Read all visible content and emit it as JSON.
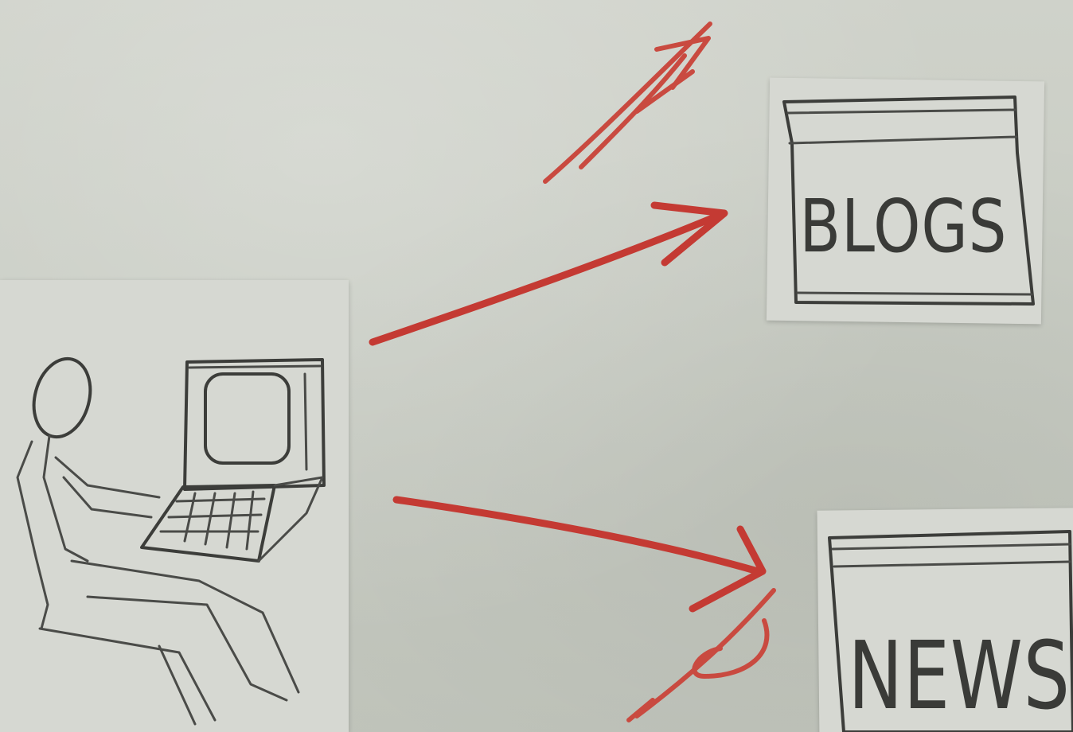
{
  "diagram": {
    "nodes": [
      {
        "id": "user-at-computer",
        "label": ""
      },
      {
        "id": "blogs",
        "label": "BLOGS"
      },
      {
        "id": "news",
        "label": "NEWS"
      }
    ],
    "edges": [
      {
        "from": "user-at-computer",
        "to": "blogs"
      },
      {
        "from": "user-at-computer",
        "to": "news"
      }
    ],
    "colors": {
      "background": "#c7cbc2",
      "paper": "#d6d8d2",
      "sketch_ink": "#3c3d3a",
      "arrow_marker": "#c43a33"
    }
  }
}
